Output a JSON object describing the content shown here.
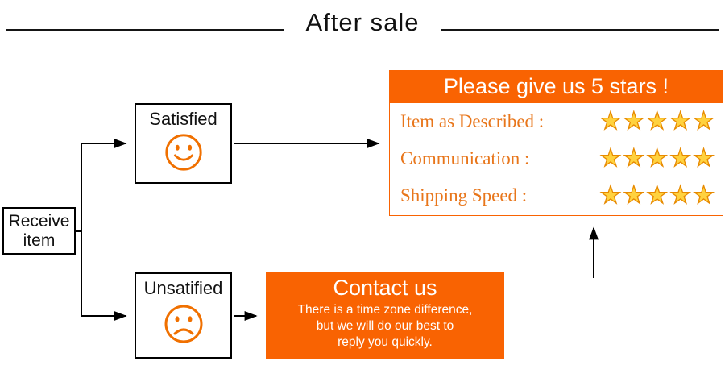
{
  "title": "After sale",
  "flow": {
    "receive": {
      "line1": "Receive",
      "line2": "item"
    },
    "satisfied_label": "Satisfied",
    "unsatisfied_label": "Unsatified"
  },
  "contact": {
    "heading": "Contact us",
    "line1": "There is a time zone difference,",
    "line2": "but we will do our best to",
    "line3": "reply you quickly."
  },
  "ratings": {
    "header": "Please give us 5 stars !",
    "rows": [
      {
        "label": "Item as Described :",
        "stars": "★★★★★"
      },
      {
        "label": "Communication :",
        "stars": "★★★★★"
      },
      {
        "label": "Shipping Speed :",
        "stars": "★★★★★"
      }
    ]
  },
  "colors": {
    "accent": "#F96302",
    "star_fill": "#FFD23F",
    "star_stroke": "#E78A00",
    "line": "#000000"
  }
}
